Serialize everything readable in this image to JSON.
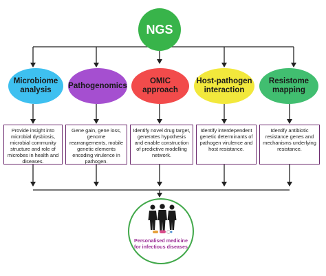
{
  "root": {
    "label": "NGS"
  },
  "approaches": [
    {
      "label": "Microbiome analysis",
      "color": "#3ec0f0",
      "description": "Provide insight into microbial dysbiosis, microbial community structure and role of microbes in health and diseases."
    },
    {
      "label": "Pathogenomics",
      "color": "#a54fd0",
      "description": "Gene gain, gene loss, genome rearrangements, mobile genetic elements encoding virulence in pathogen."
    },
    {
      "label": "OMIC approach",
      "color": "#f24b4b",
      "description": "Identify novel drug target, generates hypothesis and enable construction of predictive modelling network."
    },
    {
      "label": "Host-pathogen interaction",
      "color": "#f2e83c",
      "description": "Identify interdependent genetic determinants of pathogen virulence and host resistance."
    },
    {
      "label": "Resistome mapping",
      "color": "#41be70",
      "description": "Identify antibiotic resistance genes and mechanisms underlying resistance."
    }
  ],
  "outcome": {
    "label": "Personalised medicine for infectious diseases",
    "icons": [
      "people-icon",
      "pills-icon"
    ]
  },
  "colors": {
    "root": "#38b44a",
    "box_border": "#6d2b6f",
    "outcome_text": "#9c2f96",
    "outcome_ring": "#41a84a"
  }
}
